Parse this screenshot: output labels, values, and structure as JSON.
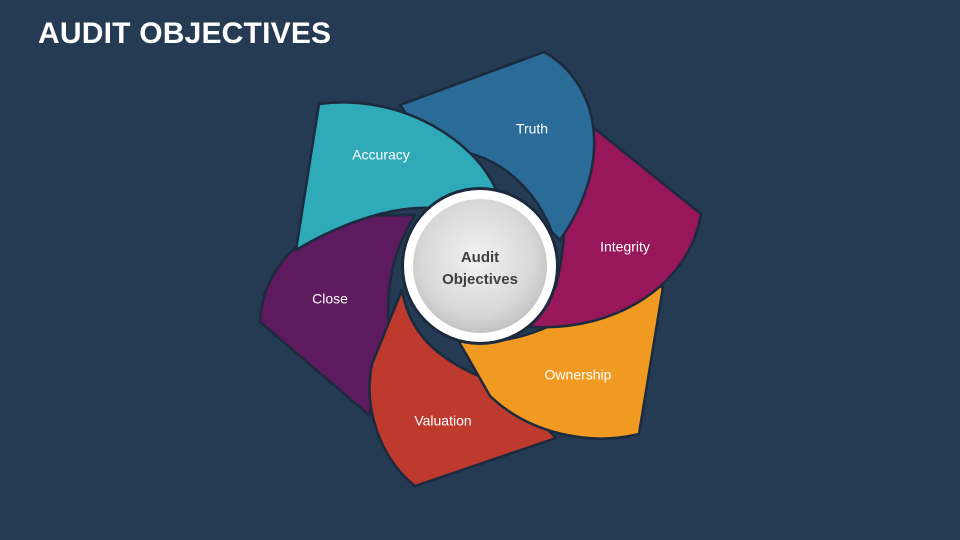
{
  "slide": {
    "title": "AUDIT OBJECTIVES"
  },
  "hub": {
    "line1": "Audit",
    "line2": "Objectives"
  },
  "petals": [
    {
      "label": "Truth",
      "color": "#2a6b98"
    },
    {
      "label": "Integrity",
      "color": "#98165a"
    },
    {
      "label": "Ownership",
      "color": "#f19a22"
    },
    {
      "label": "Valuation",
      "color": "#be3a2e"
    },
    {
      "label": "Close",
      "color": "#5d1a5e"
    },
    {
      "label": "Accuracy",
      "color": "#2faab9"
    }
  ],
  "colors": {
    "background": "#253a53",
    "hub_ring": "#ffffff",
    "hub_fill": "#d7d7d7"
  }
}
